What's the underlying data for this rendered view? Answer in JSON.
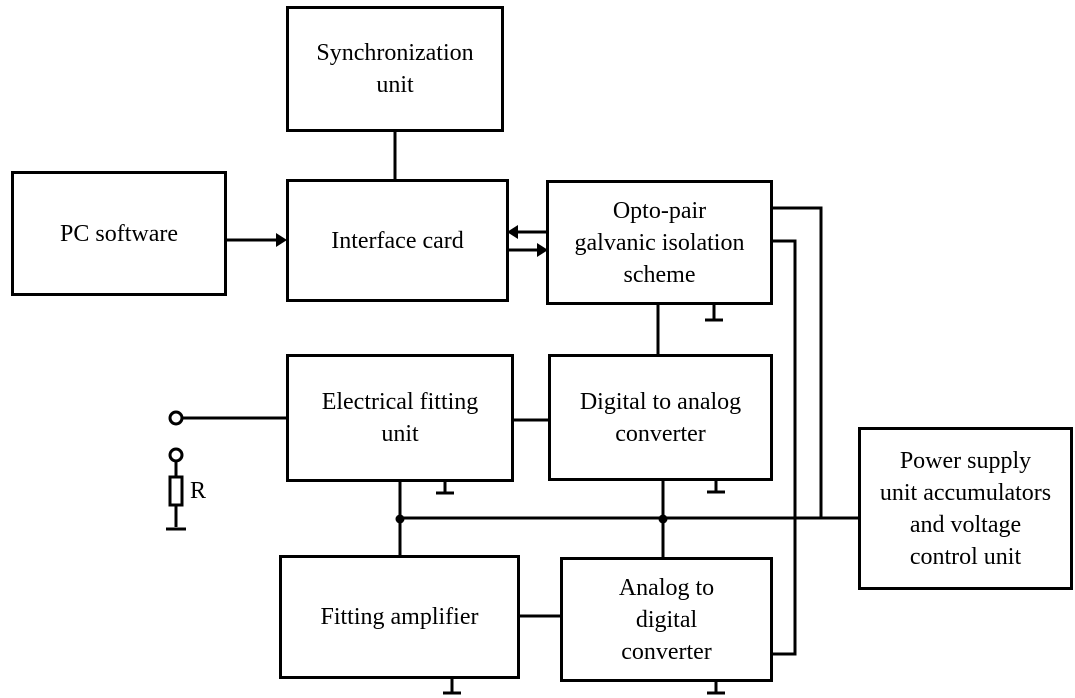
{
  "blocks": {
    "sync": "Synchronization\nunit",
    "pc": "PC software",
    "interface": "Interface card",
    "opto": "Opto-pair\ngalvanic isolation\nscheme",
    "electrical": "Electrical fitting\nunit",
    "dac": "Digital to analog\nconverter",
    "power": "Power supply\nunit accumulators\nand voltage\ncontrol unit",
    "amplifier": "Fitting amplifier",
    "adc": "Analog to\ndigital\nconverter"
  },
  "resistor_label": "R",
  "colors": {
    "line": "#000000",
    "background": "#ffffff"
  }
}
